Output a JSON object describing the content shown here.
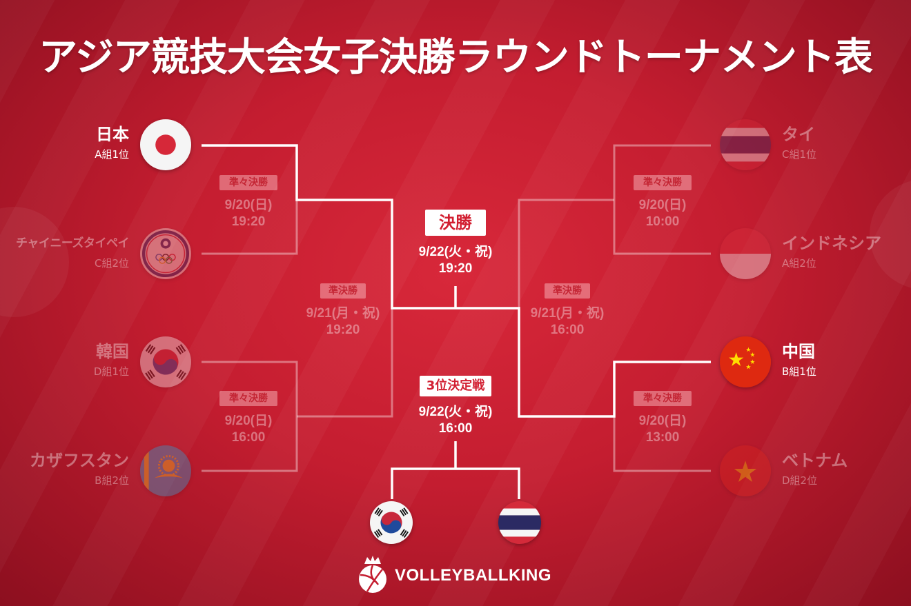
{
  "title": "アジア競技大会女子決勝ラウンドトーナメント表",
  "colors": {
    "background": "#c41d30",
    "badge_text": "#d21f31",
    "line": "#ffffff"
  },
  "teams": {
    "left": [
      {
        "name": "日本",
        "group": "A組1位",
        "flag": "japan-flag",
        "highlighted": true
      },
      {
        "name": "チャイニーズタイペイ",
        "group": "C組2位",
        "flag": "chinese-taipei-flag",
        "highlighted": false
      },
      {
        "name": "韓国",
        "group": "D組1位",
        "flag": "korea-flag",
        "highlighted": false
      },
      {
        "name": "カザフスタン",
        "group": "B組2位",
        "flag": "kazakhstan-flag",
        "highlighted": false
      }
    ],
    "right": [
      {
        "name": "タイ",
        "group": "C組1位",
        "flag": "thailand-flag",
        "highlighted": false
      },
      {
        "name": "インドネシア",
        "group": "A組2位",
        "flag": "indonesia-flag",
        "highlighted": false
      },
      {
        "name": "中国",
        "group": "B組1位",
        "flag": "china-flag",
        "highlighted": true
      },
      {
        "name": "ベトナム",
        "group": "D組2位",
        "flag": "vietnam-flag",
        "highlighted": false
      }
    ]
  },
  "quarterfinals": [
    {
      "label": "準々決勝",
      "date": "9/20(日)",
      "time": "19:20"
    },
    {
      "label": "準々決勝",
      "date": "9/20(日)",
      "time": "16:00"
    },
    {
      "label": "準々決勝",
      "date": "9/20(日)",
      "time": "10:00"
    },
    {
      "label": "準々決勝",
      "date": "9/20(日)",
      "time": "13:00"
    }
  ],
  "semifinals": [
    {
      "label": "準決勝",
      "date": "9/21(月・祝)",
      "time": "19:20"
    },
    {
      "label": "準決勝",
      "date": "9/21(月・祝)",
      "time": "16:00"
    }
  ],
  "final": {
    "label": "決勝",
    "date": "9/22(火・祝)",
    "time": "19:20"
  },
  "third_place": {
    "label": "3位決定戦",
    "date": "9/22(火・祝)",
    "time": "16:00",
    "teams": [
      {
        "flag": "korea-flag"
      },
      {
        "flag": "thailand-flag"
      }
    ]
  },
  "logo": {
    "text": "VOLLEYBALLKING",
    "icon": "volleyball-crown-icon"
  }
}
